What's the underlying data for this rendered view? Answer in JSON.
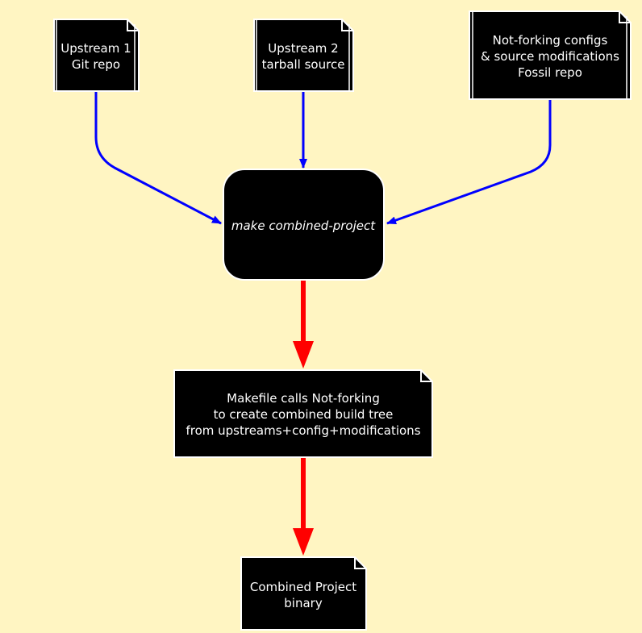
{
  "nodes": {
    "upstream1": {
      "lines": [
        "Upstream 1",
        "Git repo"
      ]
    },
    "upstream2": {
      "lines": [
        "Upstream 2",
        "tarball source"
      ]
    },
    "fossil": {
      "lines": [
        "Not-forking configs",
        "& source modifications",
        "Fossil repo"
      ]
    },
    "make": {
      "lines": [
        "make combined-project"
      ]
    },
    "makefile": {
      "lines": [
        "Makefile calls Not-forking",
        "to create combined build tree",
        "from upstreams+config+modifications"
      ]
    },
    "binary": {
      "lines": [
        "Combined Project",
        "binary"
      ]
    }
  },
  "colors": {
    "background": "#fff5c2",
    "node_fill": "#000000",
    "node_stroke": "#ffffff",
    "text": "#ffffff",
    "input_edge": "#0000ff",
    "output_edge": "#ff0000"
  }
}
